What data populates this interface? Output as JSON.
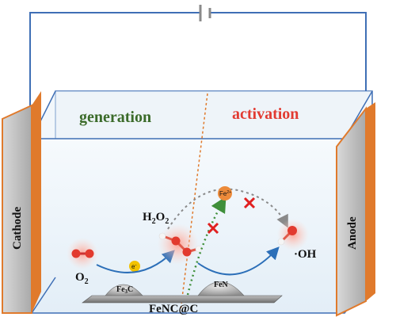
{
  "electrodes": {
    "cathode": "Cathode",
    "anode": "Anode"
  },
  "phases": {
    "generation": "generation",
    "activation": "activation"
  },
  "species": {
    "oxygen": "O",
    "oxygen_sub": "2",
    "peroxide_main": "H",
    "peroxide_sub1": "2",
    "peroxide_mid": "O",
    "peroxide_sub2": "2",
    "hydroxyl": "·OH",
    "electron": "e",
    "electron_sup": "-",
    "iron_ion": "Fe",
    "iron_ion_sup": "2+"
  },
  "catalyst": {
    "label": "FeNC@C",
    "site_left": "Fe",
    "site_left_sub": "3",
    "site_left_tail": "C",
    "site_right": "FeN"
  },
  "colors": {
    "wire": "#3f6fb5",
    "electrode_face": "#cfcfcf",
    "electrode_border": "#e07a2c",
    "tank_water": "#eef5fb",
    "generation_text": "#3b6b2a",
    "activation_text": "#e23b32",
    "arrow_blue": "#2c6fb8",
    "arrow_grey": "#8a8a8a",
    "arrow_green": "#3f8f3a",
    "block_mark": "#e02020",
    "atom_red": "#e23a2e",
    "atom_white": "#f5f5f5",
    "electron_yellow": "#f2c200",
    "ion_orange": "#ec8a3a"
  }
}
